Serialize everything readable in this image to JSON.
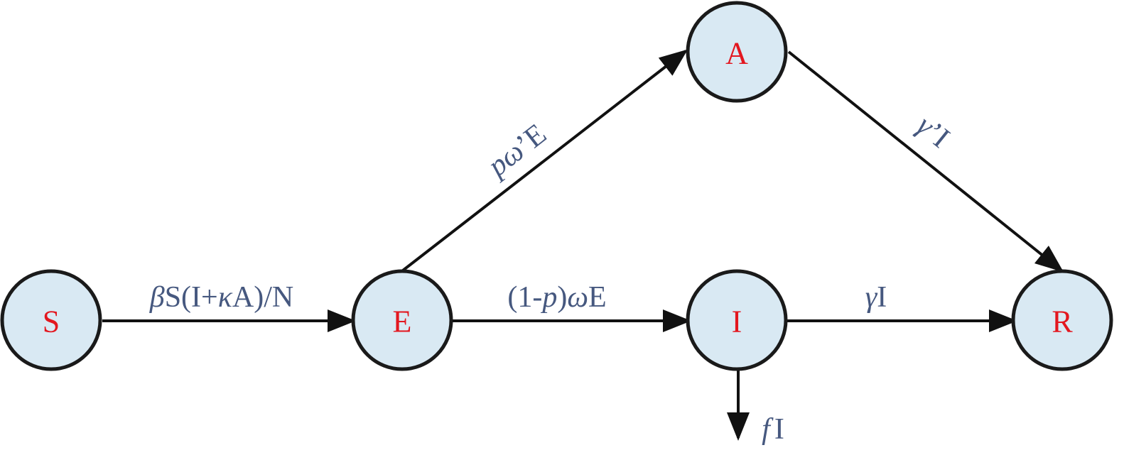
{
  "colors": {
    "node_fill": "#d9e9f3",
    "node_stroke": "#1a1a1a",
    "node_label": "#e3171f",
    "rate_label": "#46587f",
    "arrow": "#111111"
  },
  "nodes": {
    "s": "S",
    "e": "E",
    "a": "A",
    "i": "I",
    "r": "R"
  },
  "edges": {
    "s_to_e": {
      "from": "S",
      "to": "E",
      "parts": [
        "β",
        "S(I+",
        "κ",
        "A)/N"
      ]
    },
    "e_to_a": {
      "from": "E",
      "to": "A",
      "parts": [
        "p",
        "ω",
        "’E"
      ]
    },
    "e_to_i": {
      "from": "E",
      "to": "I",
      "parts": [
        "(1-",
        "p",
        ")",
        "ω",
        "E"
      ]
    },
    "a_to_r": {
      "from": "A",
      "to": "R",
      "parts": [
        "γ",
        "’I"
      ]
    },
    "i_to_r": {
      "from": "I",
      "to": "R",
      "parts": [
        "γ",
        "I"
      ]
    },
    "i_out": {
      "from": "I",
      "to": "",
      "parts": [
        "f",
        "I"
      ]
    }
  }
}
